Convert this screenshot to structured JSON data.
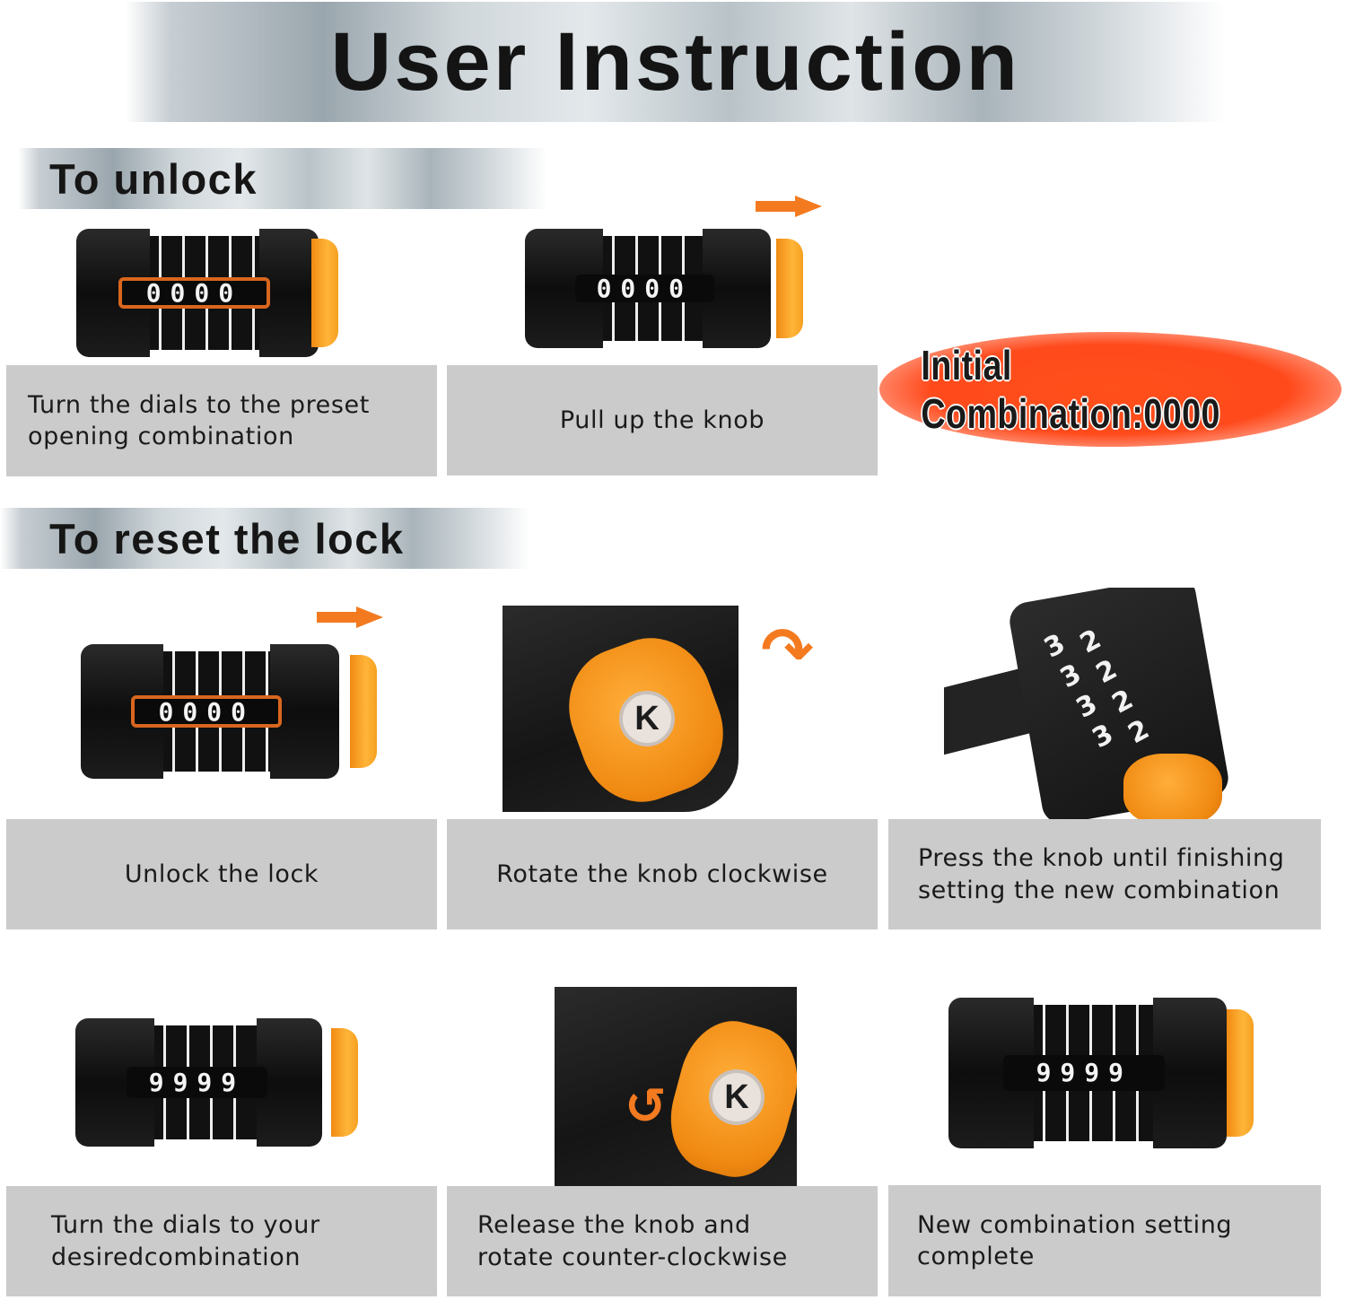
{
  "header": {
    "title": "User Instruction"
  },
  "sections": {
    "unlock": {
      "title": "To unlock",
      "steps": [
        {
          "caption": "Turn the dials to the preset\nopening combination",
          "lock_digits": "0000"
        },
        {
          "caption": "Pull up the knob",
          "lock_digits": "0000"
        }
      ],
      "badge": "Initial Combination:0000"
    },
    "reset": {
      "title": "To reset the lock",
      "steps": [
        {
          "caption": "Unlock the lock",
          "lock_digits": "0000"
        },
        {
          "caption": "Rotate the knob clockwise",
          "knob_logo": "K"
        },
        {
          "caption": "Press the knob until finishing\nsetting the new combination",
          "dial_row_a": "2222",
          "dial_row_b": "3333"
        },
        {
          "caption": "Turn the dials to your\ndesiredcombination",
          "lock_digits": "9999"
        },
        {
          "caption": "Release the knob and\nrotate counter-clockwise",
          "knob_logo": "K"
        },
        {
          "caption": "New combination setting\ncomplete",
          "lock_digits": "9999"
        }
      ]
    }
  },
  "icons": {
    "arrow_right": "arrow-right",
    "rotate_clockwise": "↷",
    "rotate_counter_clockwise": "↺"
  },
  "colors": {
    "accent_orange": "#f47a20",
    "badge_red": "#ff4a1c",
    "caption_bg": "#cbcbcb",
    "knob_orange": "#f5a020"
  }
}
